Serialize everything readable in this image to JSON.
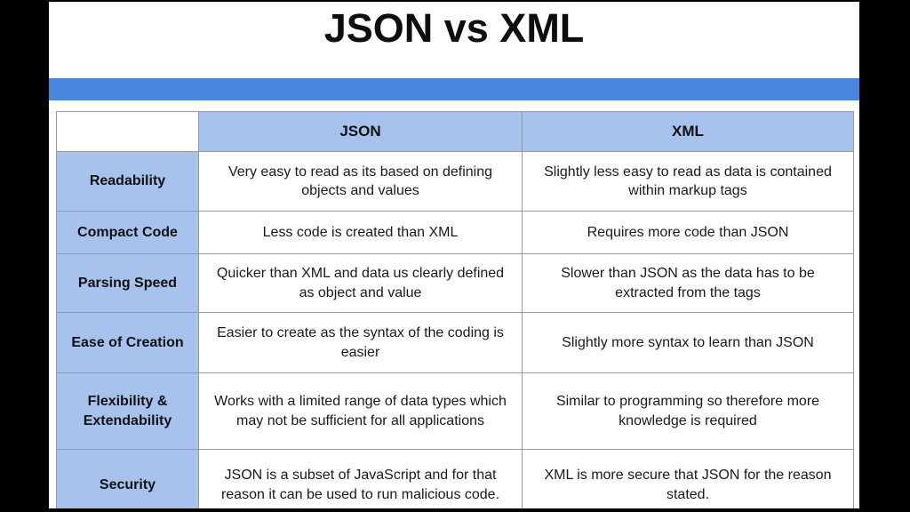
{
  "slide": {
    "title": "JSON vs XML"
  },
  "colors": {
    "accent_bar": "#4a85dd",
    "table_header_fill": "#a8c2ee",
    "table_border": "#999999",
    "frame": "#000000"
  },
  "table": {
    "column_headers": [
      "JSON",
      "XML"
    ],
    "rows": [
      {
        "label": "Readability",
        "json": "Very easy to read as its based on defining objects and values",
        "xml": "Slightly less easy to read as data is contained within markup tags"
      },
      {
        "label": "Compact Code",
        "json": "Less code is created than XML",
        "xml": "Requires more code than JSON"
      },
      {
        "label": "Parsing Speed",
        "json": "Quicker than XML and data us clearly defined as object and value",
        "xml": "Slower than JSON as the data has to be extracted from the tags"
      },
      {
        "label": "Ease of Creation",
        "json": "Easier to create as the syntax of the coding is easier",
        "xml": "Slightly more syntax to learn than JSON"
      },
      {
        "label": "Flexibility & Extendability",
        "json": "Works with a limited range of data types which may not be sufficient for all applications",
        "xml": "Similar to programming so therefore more knowledge is required"
      },
      {
        "label": "Security",
        "json": "JSON is a subset of JavaScript and for that reason it can be used to run malicious code.",
        "xml": "XML is more secure that JSON for the reason stated."
      }
    ]
  }
}
